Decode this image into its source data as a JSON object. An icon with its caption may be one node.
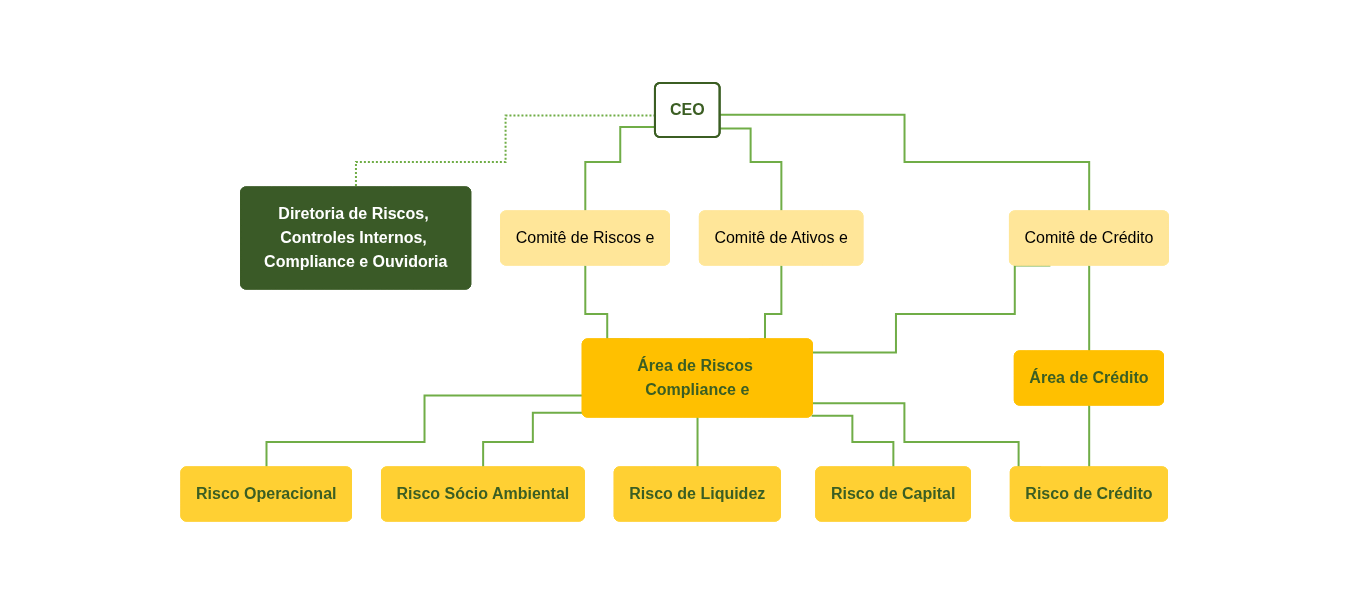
{
  "diagram": {
    "nodes": [
      {
        "text": [
          "CEO"
        ]
      },
      {
        "text": [
          "Diretoria de Riscos, Controles Internos, Compliance e Ouvidoria"
        ]
      },
      {
        "text": [
          "Comitê de Riscos e"
        ]
      },
      {
        "text": [
          "Comitê de Ativos e"
        ]
      },
      {
        "text": [
          "Comitê de Crédito"
        ]
      },
      {
        "text": [
          "Área de Riscos Compliance e"
        ]
      },
      {
        "text": [
          "Área de Crédito"
        ]
      },
      {
        "text": [
          "Risco Operacional"
        ]
      },
      {
        "text": [
          "Risco Sócio Ambiental"
        ]
      },
      {
        "text": [
          "Risco de Liquidez"
        ]
      },
      {
        "text": [
          "Risco de Capital"
        ]
      },
      {
        "text": [
          "Risco de Crédito"
        ]
      }
    ],
    "edges": [
      {
        "from": 0,
        "to": 1,
        "arrow": "none",
        "style": "dashed"
      },
      {
        "from": 0,
        "to": 2,
        "arrow": "none"
      },
      {
        "from": 0,
        "to": 3,
        "arrow": "none"
      },
      {
        "from": 0,
        "to": 4,
        "arrow": "none"
      },
      {
        "from": 2,
        "to": 5,
        "arrow": "none"
      },
      {
        "from": 3,
        "to": 5,
        "arrow": "none"
      },
      {
        "from": 4,
        "to": 5,
        "arrow": "none"
      },
      {
        "from": 4,
        "to": 6,
        "arrow": "none"
      },
      {
        "from": 5,
        "to": 7,
        "arrow": "none"
      },
      {
        "from": 5,
        "to": 8,
        "arrow": "none"
      },
      {
        "from": 5,
        "to": 9,
        "arrow": "none"
      },
      {
        "from": 5,
        "to": 10,
        "arrow": "none"
      },
      {
        "from": 5,
        "to": 11,
        "arrow": "none"
      },
      {
        "from": 6,
        "to": 11,
        "arrow": "none"
      }
    ]
  }
}
